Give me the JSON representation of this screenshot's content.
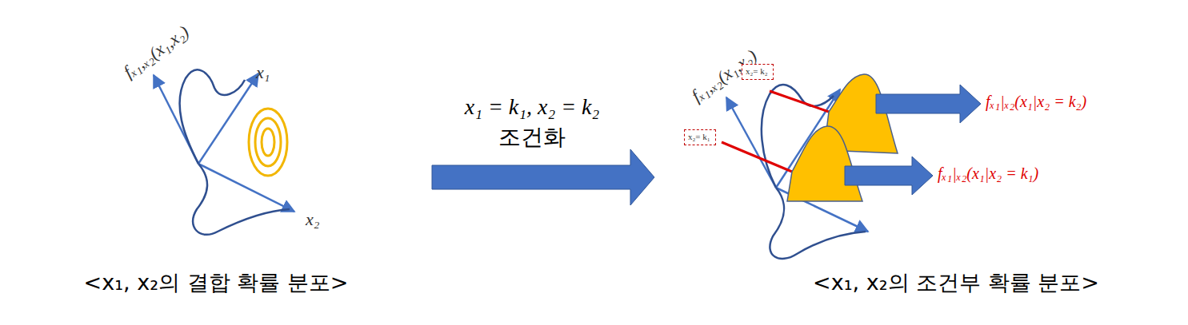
{
  "diagram": {
    "nodes": [
      {
        "text": [
          "x₂= k₂"
        ]
      },
      {
        "text": [
          "x₂= k₁"
        ]
      }
    ],
    "labels": [
      "fₓ₁,ₓ₂(x₁,x₂)",
      "x₁",
      "x₂",
      "<x₁, x₂의 결합 확률 분포>",
      "x₁ = k₁, x₂ = k₂",
      "조건화",
      "fₓ₁,ₓ₂(x₁,x₂)",
      "fₓ₁|ₓ₂(x₁|x₂ = k₂)",
      "fₓ₁|ₓ₂(x₁|x₂ = k₁)",
      "<x₁, x₂의 조건부 확률 분포>"
    ]
  }
}
